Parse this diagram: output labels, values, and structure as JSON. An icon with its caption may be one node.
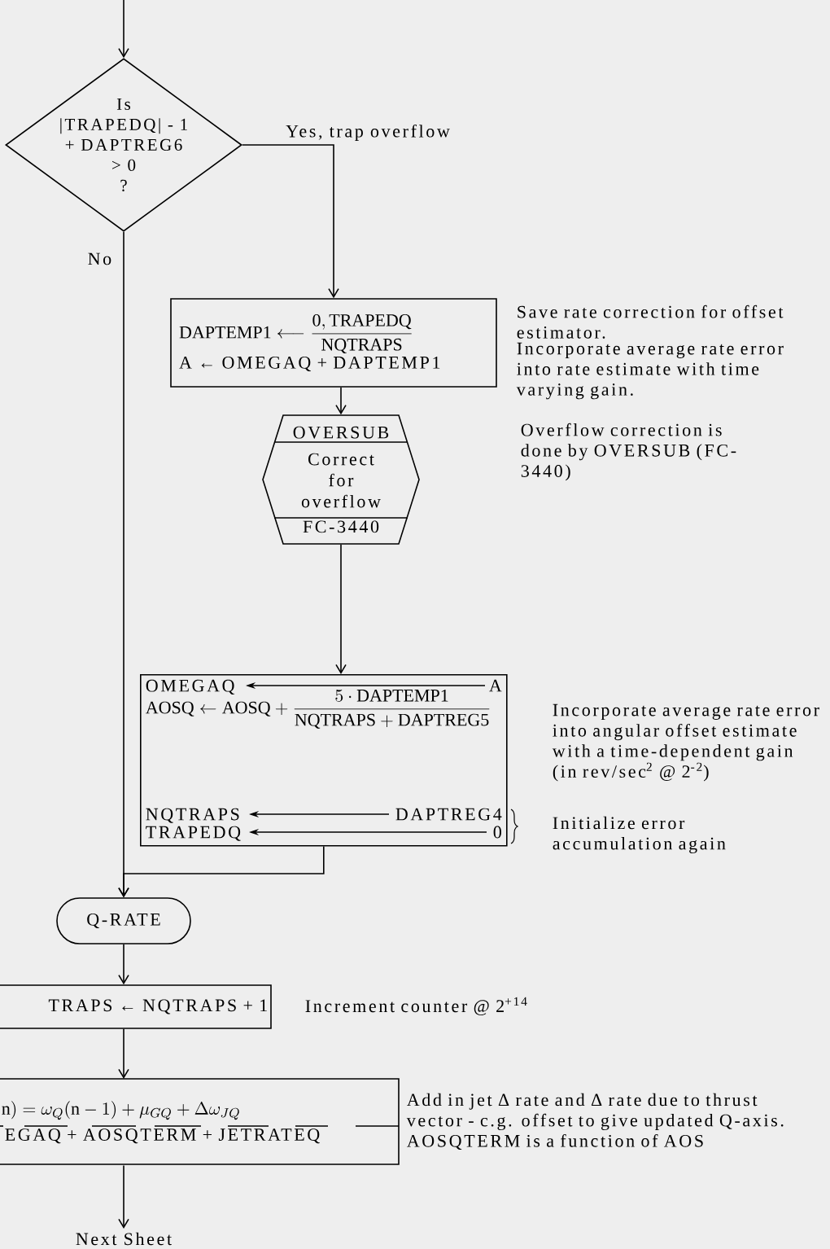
{
  "diagram": {
    "nodes": [
      {
        "text": [
          "Is",
          "|TRAPEDQ| - 1",
          "+ DAPTREG6",
          "> 0",
          "?"
        ]
      },
      {
        "text": [
          "\\mathrm{DAPTEMP1} \\longleftarrow \\frac{\\mathrm{0,TRAPEDQ}}{\\mathrm{NQTRAPS}}",
          "A ← OMEGAQ + DAPTEMP1"
        ],
        "beside": [
          "Save rate correction for offset estimator.",
          "Incorporate average rate error into rate estimate with time varying gain.",
          "Overflow correction is done by OVERSUB (FC-3440)"
        ]
      },
      {
        "text": [
          "OVERSUB",
          "Correct for overflow",
          "FC-3440"
        ]
      },
      {
        "text": [
          "OMEGAQ",
          "A",
          "\\mathrm{AOSQ} \\leftarrow \\mathrm{AOSQ} + \\frac{5 \\cdot \\mathrm{DAPTEMP1}}{\\mathrm{NQTRAPS} + \\mathrm{DAPTREG5}}",
          "NQTRAPS",
          "DAPTREG4",
          "TRAPEDQ",
          "0"
        ],
        "beside": [
          "Incorporate average rate error into angular offset estimate with a time-dependent gain (in rev/sec$^{2}$ @ 2$^{-2}$)",
          "Initialize error accumulation again"
        ]
      },
      {
        "text": [
          "Q-RATE"
        ]
      },
      {
        "text": [
          "TRAPS ← NQTRAPS + 1"
        ],
        "beside": [
          "Increment counter @ 2$^{+14}$"
        ]
      },
      {
        "text": [
          "\\mathrm{n)} = \\omega_{Q}(\\mathrm{n}-1) + \\mu_{GQ} + \\Delta\\omega_{JQ}",
          "EGAQ + AOSQTERM + JETRATEQ"
        ],
        "beside": [
          "Add in jet Δ rate and Δ rate due to thrust vector - c.g. offset to give updated Q-axis. AOSQTERM is a function of AOS"
        ]
      },
      {
        "text": [
          "Next Sheet"
        ]
      }
    ],
    "edges": [
      {
        "from": null,
        "to": 0,
        "arrow": "to"
      },
      {
        "from": 0,
        "to": 1,
        "arrow": "to",
        "label": "Yes, trap overflow"
      },
      {
        "from": 1,
        "to": 2,
        "arrow": "to"
      },
      {
        "from": 2,
        "to": 3,
        "arrow": "to"
      },
      {
        "from": 0,
        "to": 4,
        "arrow": "to",
        "label": "No"
      },
      {
        "from": 3,
        "to": 4,
        "arrow": "to"
      },
      {
        "from": 4,
        "to": 5,
        "arrow": "to"
      },
      {
        "from": 5,
        "to": 6,
        "arrow": "to"
      },
      {
        "from": 6,
        "to": 7,
        "arrow": "to"
      }
    ]
  }
}
